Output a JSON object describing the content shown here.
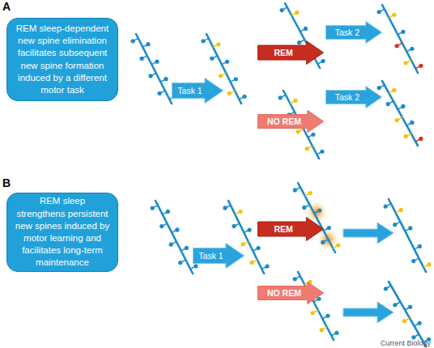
{
  "diagram": {
    "nodes": [
      {
        "text": [
          "REM sleep-dependent new spine elimination facilitates subsequent new spine formation induced by a different motor task"
        ]
      },
      {
        "text": [
          "Task 1"
        ]
      },
      {
        "text": [
          "REM"
        ]
      },
      {
        "text": [
          "NO REM"
        ]
      },
      {
        "text": [
          "Task 2"
        ]
      },
      {
        "text": [
          "Task 2"
        ]
      },
      {
        "text": [
          "REM sleep strengthens persistent new spines induced by motor learning and facilitates long-term maintenance"
        ]
      },
      {
        "text": [
          "Task 1"
        ]
      },
      {
        "text": [
          "REM"
        ]
      },
      {
        "text": [
          "NO REM"
        ]
      }
    ],
    "labels": [
      "A",
      "B",
      "Current Biology"
    ]
  }
}
